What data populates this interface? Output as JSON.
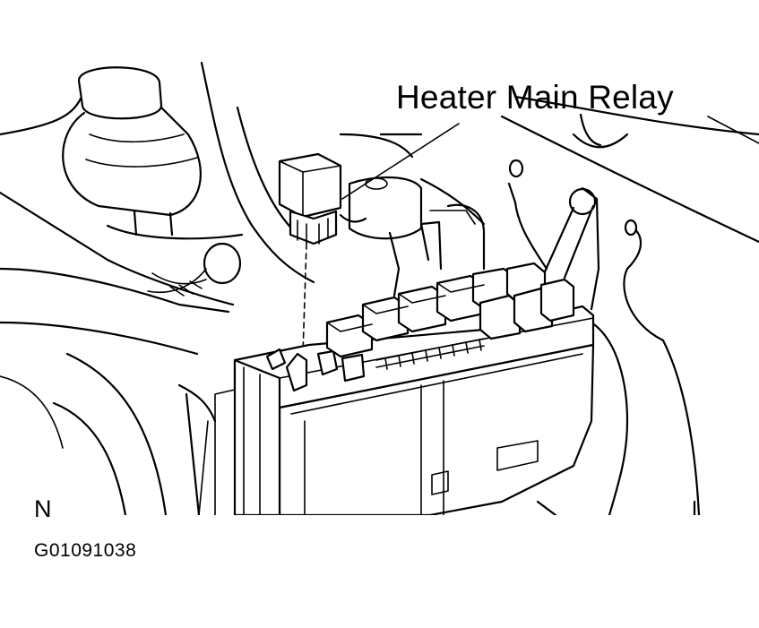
{
  "callout": {
    "label": "Heater Main Relay"
  },
  "orientation_marker": "N",
  "figure_id": "G01091038",
  "colors": {
    "line": "#000000",
    "background": "#ffffff"
  }
}
